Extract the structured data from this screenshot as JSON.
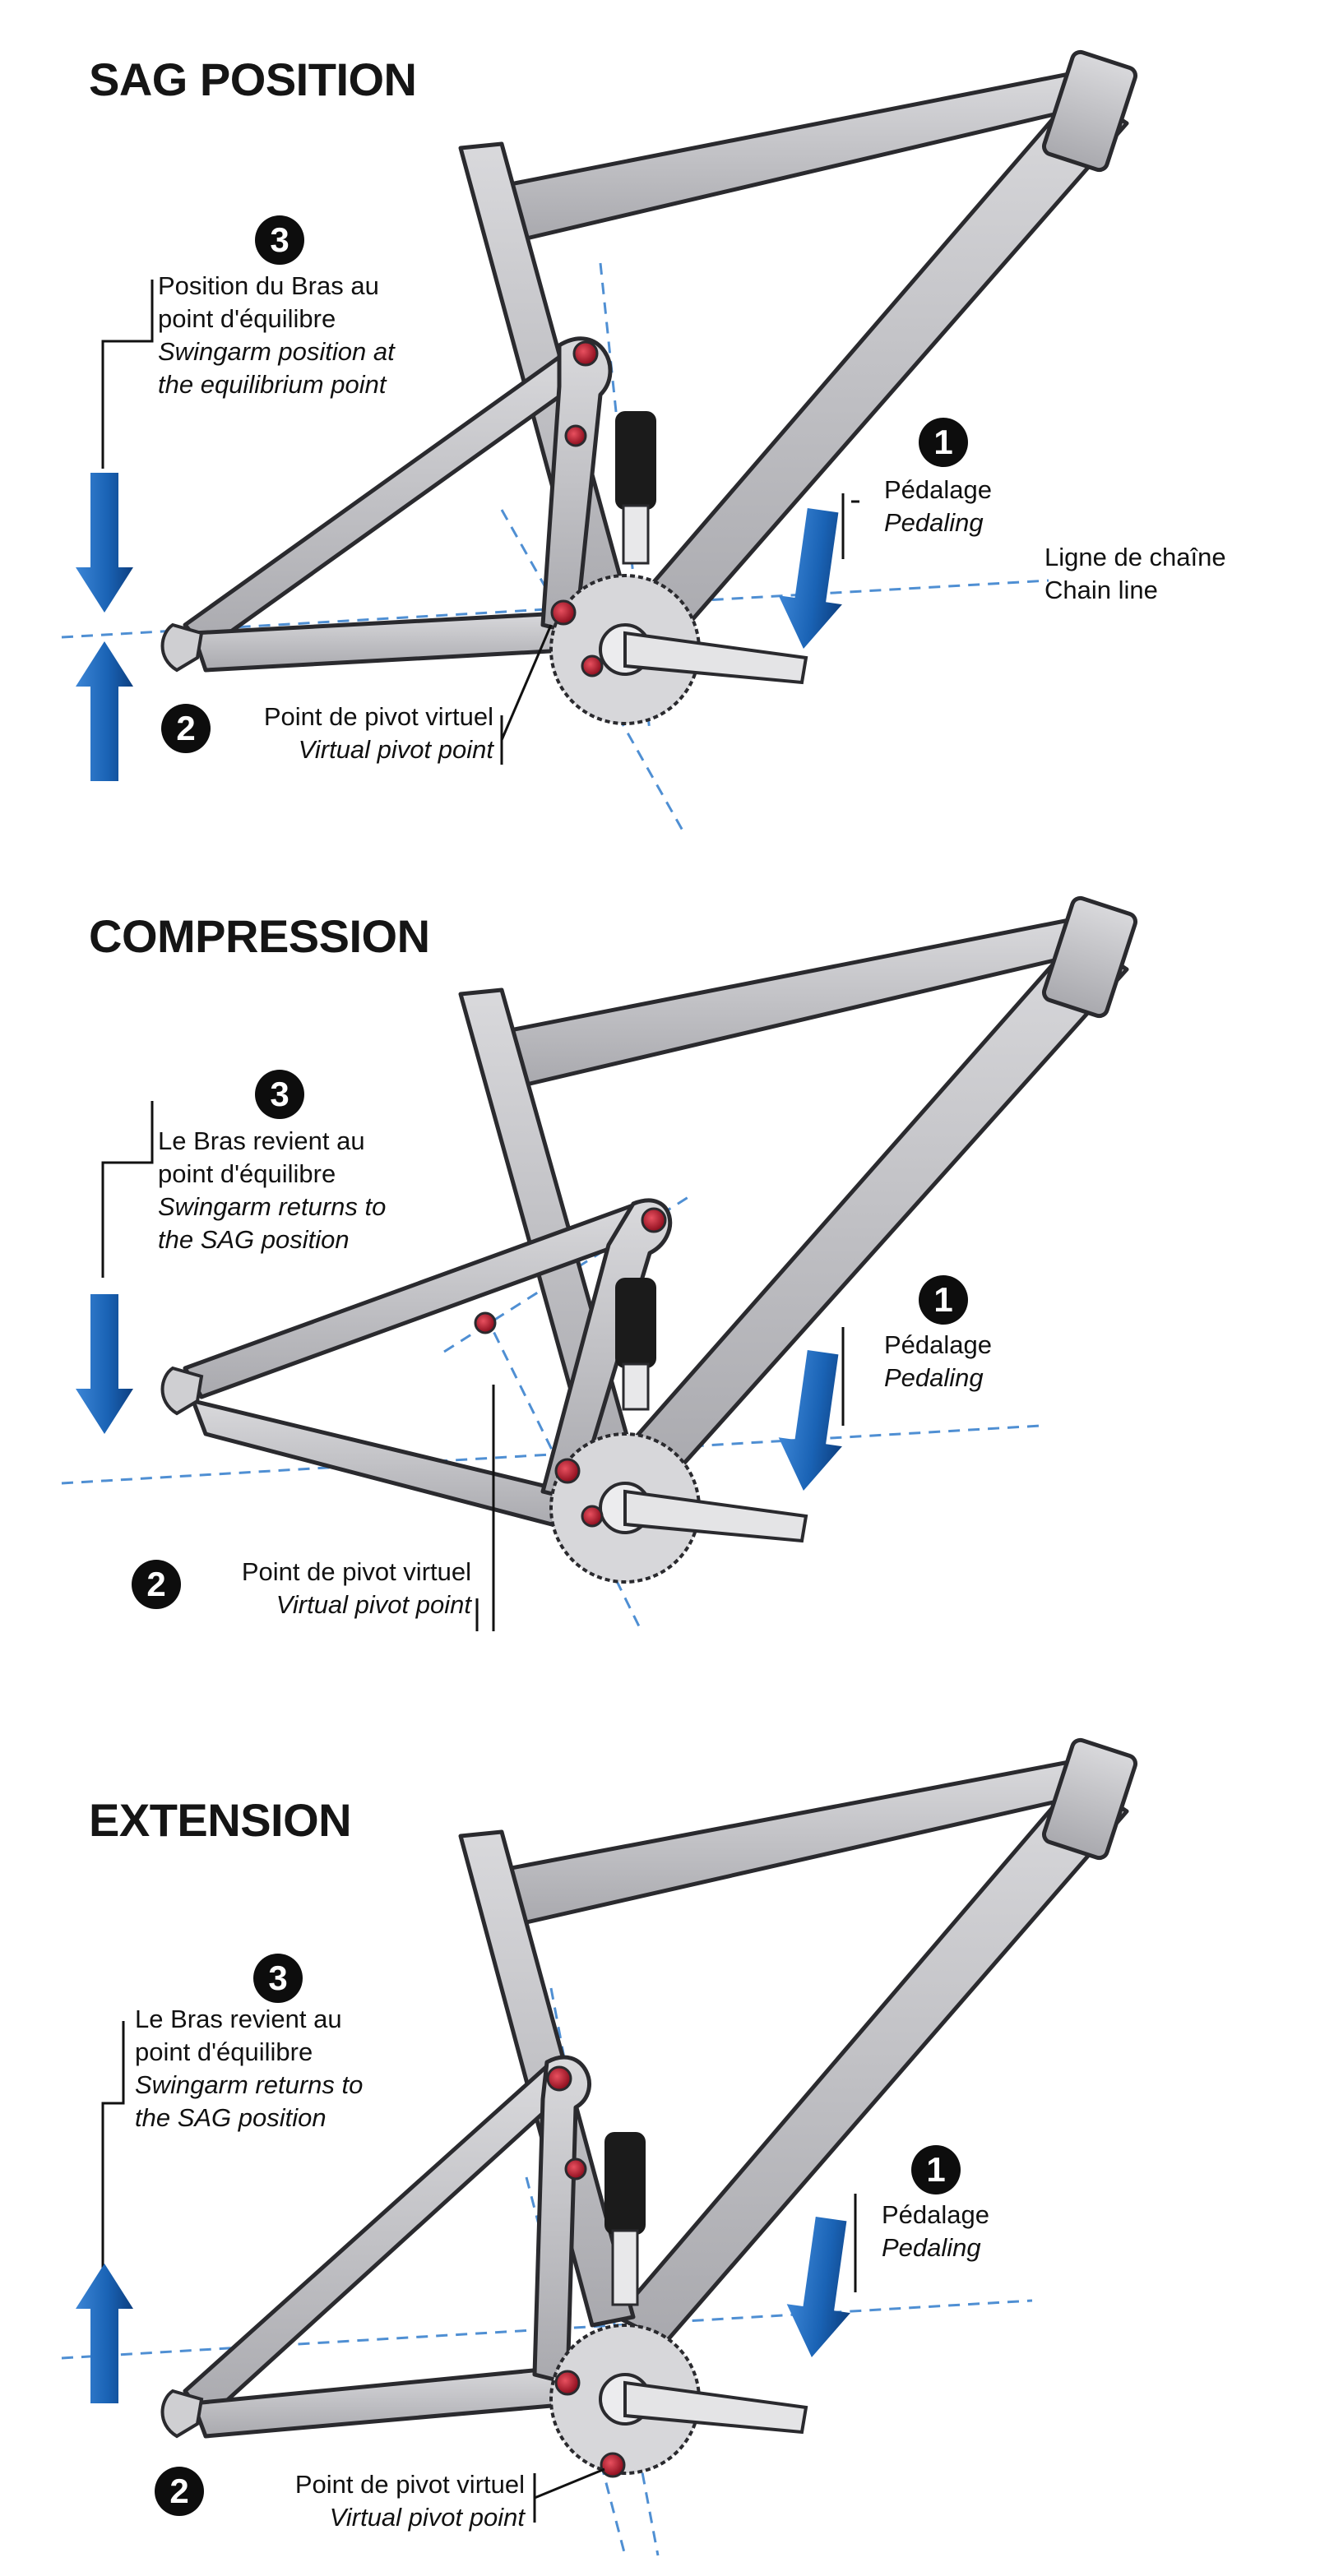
{
  "colors": {
    "frame": "#bfbfc3",
    "outline": "#2a2a2e",
    "arrow_blue": "#1a63b5",
    "guide_blue": "#4f8fd3",
    "pivot_red": "#c21a2e",
    "shock_black": "#1b1b1b"
  },
  "panels": [
    {
      "title": "SAG POSITION",
      "callout_3": {
        "number": "3",
        "fr_line1": "Position du Bras au",
        "fr_line2": "point d'équilibre",
        "en_line1": "Swingarm position at",
        "en_line2": "the equilibrium point"
      },
      "callout_1": {
        "number": "1",
        "fr": "Pédalage",
        "en": "Pedaling"
      },
      "chain_line": {
        "fr": "Ligne de chaîne",
        "en": "Chain line"
      },
      "callout_2": {
        "number": "2",
        "fr": "Point de pivot virtuel",
        "en": "Virtual pivot point"
      },
      "arrows": [
        "arrow-down-icon",
        "arrow-up-icon"
      ]
    },
    {
      "title": "COMPRESSION",
      "callout_3": {
        "number": "3",
        "fr_line1": "Le Bras  revient au",
        "fr_line2": "point d'équilibre",
        "en_line1": "Swingarm returns to",
        "en_line2": "the SAG position"
      },
      "callout_1": {
        "number": "1",
        "fr": "Pédalage",
        "en": "Pedaling"
      },
      "callout_2": {
        "number": "2",
        "fr": "Point de pivot virtuel",
        "en": "Virtual pivot point"
      },
      "arrows": [
        "arrow-down-icon"
      ]
    },
    {
      "title": "EXTENSION",
      "callout_3": {
        "number": "3",
        "fr_line1": "Le Bras  revient au",
        "fr_line2": "point d'équilibre",
        "en_line1": "Swingarm returns to",
        "en_line2": "the SAG position"
      },
      "callout_1": {
        "number": "1",
        "fr": "Pédalage",
        "en": "Pedaling"
      },
      "callout_2": {
        "number": "2",
        "fr": "Point de pivot virtuel",
        "en": "Virtual pivot point"
      },
      "arrows": [
        "arrow-up-icon"
      ]
    }
  ]
}
